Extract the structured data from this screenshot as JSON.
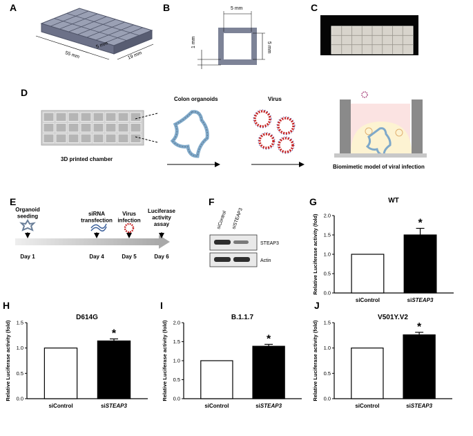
{
  "panels": {
    "A": "A",
    "B": "B",
    "C": "C",
    "D": "D",
    "E": "E",
    "F": "F",
    "G": "G",
    "H": "H",
    "I": "I",
    "J": "J"
  },
  "panel_a": {
    "dims": [
      "55 mm",
      "19 mm",
      "5 mm"
    ]
  },
  "panel_b": {
    "dims": [
      "5 mm",
      "5 mm",
      "1 mm"
    ]
  },
  "panel_d": {
    "chamber_caption": "3D printed chamber",
    "organoids_label": "Colon organoids",
    "virus_label": "Virus",
    "model_caption": "Biomimetic model of viral infection"
  },
  "panel_e": {
    "steps": [
      {
        "label": [
          "Organoid",
          "seeding"
        ],
        "day": "Day 1"
      },
      {
        "label": [
          "siRNA",
          "transfection"
        ],
        "day": "Day 4"
      },
      {
        "label": [
          "Virus",
          "infection"
        ],
        "day": "Day 5"
      },
      {
        "label": [
          "Luciferase",
          "activity",
          "assay"
        ],
        "day": "Day 6"
      }
    ]
  },
  "panel_f": {
    "lanes": [
      "siControl",
      "siSTEAP3"
    ],
    "bands": [
      "STEAP3",
      "Actin"
    ]
  },
  "chart_data": [
    {
      "type": "bar",
      "title": "WT",
      "categories": [
        "siControl",
        "siSTEAP3"
      ],
      "values": [
        1.0,
        1.5
      ],
      "errors": [
        0,
        0.17
      ],
      "significance": [
        "",
        "*"
      ],
      "ylabel": "Relative Luciferase activity (fold)",
      "ylim": [
        0,
        2.0
      ],
      "yticks": [
        "0.0",
        "0.5",
        "1.0",
        "1.5",
        "2.0"
      ]
    },
    {
      "type": "bar",
      "title": "D614G",
      "categories": [
        "siControl",
        "siSTEAP3"
      ],
      "values": [
        1.0,
        1.14
      ],
      "errors": [
        0,
        0.04
      ],
      "significance": [
        "",
        "*"
      ],
      "ylabel": "Relative Luciferase activity (fold)",
      "ylim": [
        0,
        1.5
      ],
      "yticks": [
        "0.0",
        "0.5",
        "1.0",
        "1.5"
      ]
    },
    {
      "type": "bar",
      "title": "B.1.1.7",
      "categories": [
        "siControl",
        "siSTEAP3"
      ],
      "values": [
        1.0,
        1.38
      ],
      "errors": [
        0,
        0.05
      ],
      "significance": [
        "",
        "*"
      ],
      "ylabel": "Relative Luciferase activity (fold)",
      "ylim": [
        0,
        2.0
      ],
      "yticks": [
        "0.0",
        "0.5",
        "1.0",
        "1.5",
        "2.0"
      ]
    },
    {
      "type": "bar",
      "title": "V501Y.V2",
      "categories": [
        "siControl",
        "siSTEAP3"
      ],
      "values": [
        1.0,
        1.26
      ],
      "errors": [
        0,
        0.05
      ],
      "significance": [
        "",
        "*"
      ],
      "ylabel": "Relative Luciferase activity (fold)",
      "ylim": [
        0,
        1.5
      ],
      "yticks": [
        "0.0",
        "0.5",
        "1.0",
        "1.5"
      ]
    }
  ]
}
